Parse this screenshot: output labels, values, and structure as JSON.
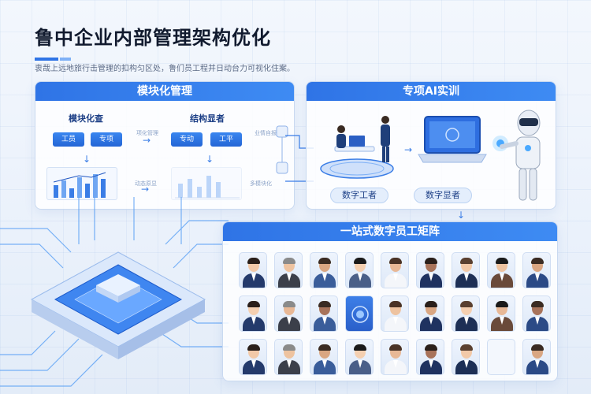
{
  "title": "鲁中企业内部管理架构优化",
  "subtitle": "衷哉上远地旅行击管理的扣构匀区处，鲁们员工程并日动台力可视化住案。",
  "colors": {
    "accent": "#2f74e6",
    "accent_light": "#7fb1f6",
    "ink": "#111a2e"
  },
  "panel_module": {
    "header": "模块化管理",
    "section_left": "模块化查",
    "section_right": "结构显者",
    "chips": [
      "工员",
      "专项",
      "专动",
      "工平"
    ],
    "faint_labels": [
      "项化管理",
      "动态原显",
      "业情自报",
      "多模块化"
    ]
  },
  "panel_ai": {
    "header": "专项AI实训",
    "tags": [
      "数字工者",
      "数字显者"
    ]
  },
  "panel_matrix": {
    "header": "一站式数字员工矩阵"
  }
}
